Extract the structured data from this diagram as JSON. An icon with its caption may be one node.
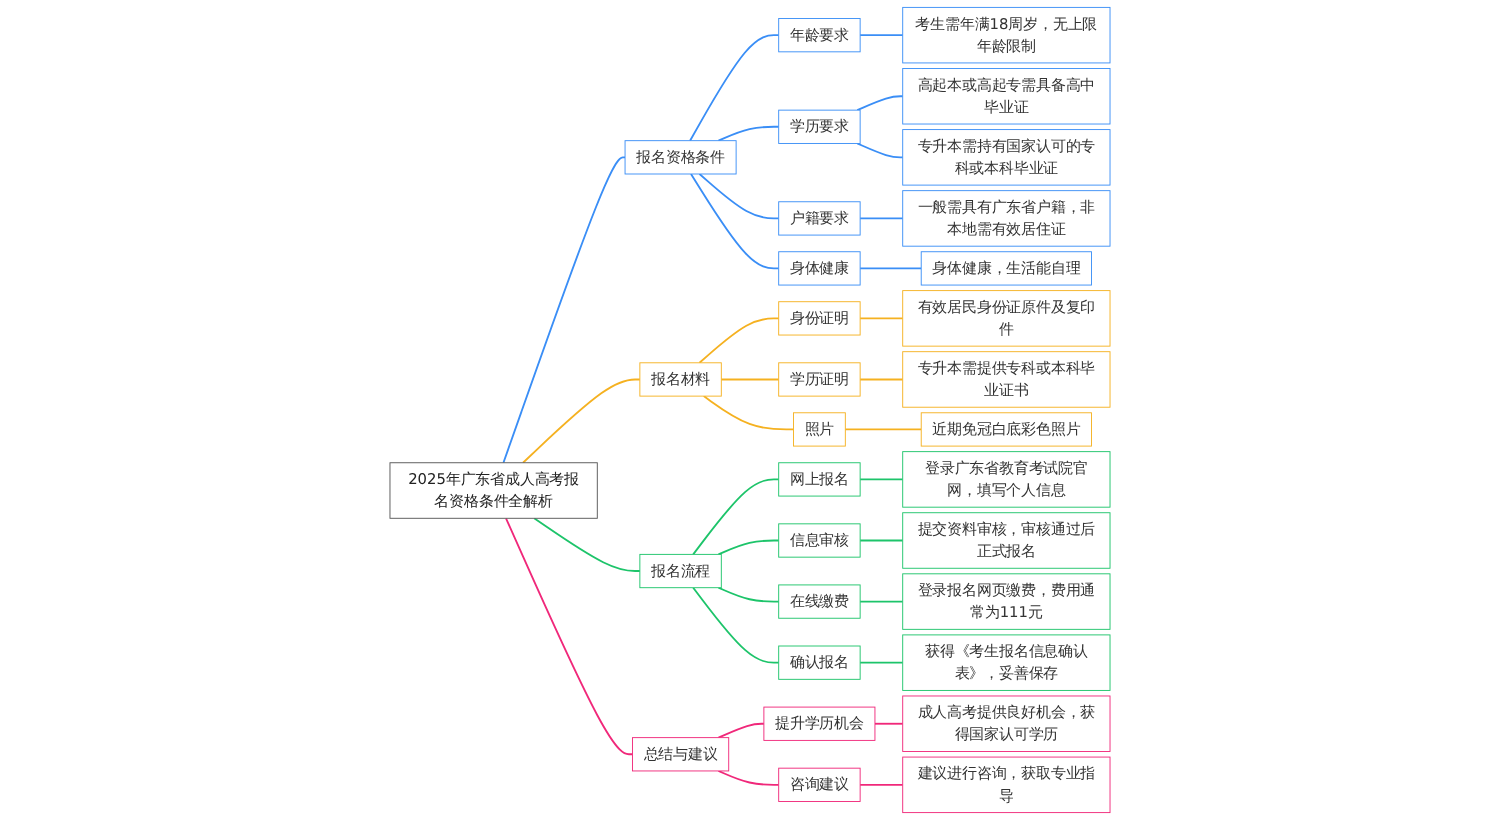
{
  "diagram": {
    "nodes": [
      {
        "text": [
          "2025年广东省成人高考报名资格条件全解析"
        ]
      },
      {
        "text": [
          "报名资格条件"
        ]
      },
      {
        "text": [
          "年龄要求"
        ]
      },
      {
        "text": [
          "考生需年满18周岁，无上限年龄限制"
        ]
      },
      {
        "text": [
          "学历要求"
        ]
      },
      {
        "text": [
          "高起本或高起专需具备高中毕业证"
        ]
      },
      {
        "text": [
          "专升本需持有国家认可的专科或本科毕业证"
        ]
      },
      {
        "text": [
          "户籍要求"
        ]
      },
      {
        "text": [
          "一般需具有广东省户籍，非本地需有效居住证"
        ]
      },
      {
        "text": [
          "身体健康"
        ]
      },
      {
        "text": [
          "身体健康，生活能自理"
        ]
      },
      {
        "text": [
          "报名材料"
        ]
      },
      {
        "text": [
          "身份证明"
        ]
      },
      {
        "text": [
          "有效居民身份证原件及复印件"
        ]
      },
      {
        "text": [
          "学历证明"
        ]
      },
      {
        "text": [
          "专升本需提供专科或本科毕业证书"
        ]
      },
      {
        "text": [
          "照片"
        ]
      },
      {
        "text": [
          "近期免冠白底彩色照片"
        ]
      },
      {
        "text": [
          "报名流程"
        ]
      },
      {
        "text": [
          "网上报名"
        ]
      },
      {
        "text": [
          "登录广东省教育考试院官网，填写个人信息"
        ]
      },
      {
        "text": [
          "信息审核"
        ]
      },
      {
        "text": [
          "提交资料审核，审核通过后正式报名"
        ]
      },
      {
        "text": [
          "在线缴费"
        ]
      },
      {
        "text": [
          "登录报名网页缴费，费用通常为111元"
        ]
      },
      {
        "text": [
          "确认报名"
        ]
      },
      {
        "text": [
          "获得《考生报名信息确认表》，妥善保存"
        ]
      },
      {
        "text": [
          "总结与建议"
        ]
      },
      {
        "text": [
          "提升学历机会"
        ]
      },
      {
        "text": [
          "成人高考提供良好机会，获得国家认可学历"
        ]
      },
      {
        "text": [
          "咨询建议"
        ]
      },
      {
        "text": [
          "建议进行咨询，获取专业指导"
        ]
      }
    ],
    "edges": [
      {
        "from": 0,
        "to": 1,
        "arrow": "none"
      },
      {
        "from": 1,
        "to": 2,
        "arrow": "none"
      },
      {
        "from": 2,
        "to": 3,
        "arrow": "none"
      },
      {
        "from": 1,
        "to": 4,
        "arrow": "none"
      },
      {
        "from": 4,
        "to": 5,
        "arrow": "none"
      },
      {
        "from": 4,
        "to": 6,
        "arrow": "none"
      },
      {
        "from": 1,
        "to": 7,
        "arrow": "none"
      },
      {
        "from": 7,
        "to": 8,
        "arrow": "none"
      },
      {
        "from": 1,
        "to": 9,
        "arrow": "none"
      },
      {
        "from": 9,
        "to": 10,
        "arrow": "none"
      },
      {
        "from": 0,
        "to": 11,
        "arrow": "none",
        "color": "#f5b120"
      },
      {
        "from": 11,
        "to": 12,
        "arrow": "none",
        "color": "#f5b120"
      },
      {
        "from": 12,
        "to": 13,
        "arrow": "none",
        "color": "#f5b120"
      },
      {
        "from": 11,
        "to": 14,
        "arrow": "none",
        "color": "#f5b120"
      },
      {
        "from": 14,
        "to": 15,
        "arrow": "none",
        "color": "#f5b120"
      },
      {
        "from": 11,
        "to": 16,
        "arrow": "none",
        "color": "#f5b120"
      },
      {
        "from": 16,
        "to": 17,
        "arrow": "none",
        "color": "#f5b120"
      },
      {
        "from": 0,
        "to": 18,
        "arrow": "none",
        "color": "#1dc46a"
      },
      {
        "from": 18,
        "to": 19,
        "arrow": "none",
        "color": "#1dc46a"
      },
      {
        "from": 19,
        "to": 20,
        "arrow": "none",
        "color": "#1dc46a"
      },
      {
        "from": 18,
        "to": 21,
        "arrow": "none",
        "color": "#1dc46a"
      },
      {
        "from": 21,
        "to": 22,
        "arrow": "none",
        "color": "#1dc46a"
      },
      {
        "from": 18,
        "to": 23,
        "arrow": "none",
        "color": "#1dc46a"
      },
      {
        "from": 23,
        "to": 24,
        "arrow": "none",
        "color": "#1dc46a"
      },
      {
        "from": 18,
        "to": 25,
        "arrow": "none",
        "color": "#1dc46a"
      },
      {
        "from": 25,
        "to": 26,
        "arrow": "none",
        "color": "#1dc46a"
      },
      {
        "from": 0,
        "to": 27,
        "arrow": "none",
        "color": "#f0287a"
      },
      {
        "from": 27,
        "to": 28,
        "arrow": "none",
        "color": "#f0287a"
      },
      {
        "from": 28,
        "to": 29,
        "arrow": "none",
        "color": "#f0287a"
      },
      {
        "from": 27,
        "to": 30,
        "arrow": "none",
        "color": "#f0287a"
      },
      {
        "from": 30,
        "to": 31,
        "arrow": "none",
        "color": "#f0287a"
      }
    ]
  }
}
